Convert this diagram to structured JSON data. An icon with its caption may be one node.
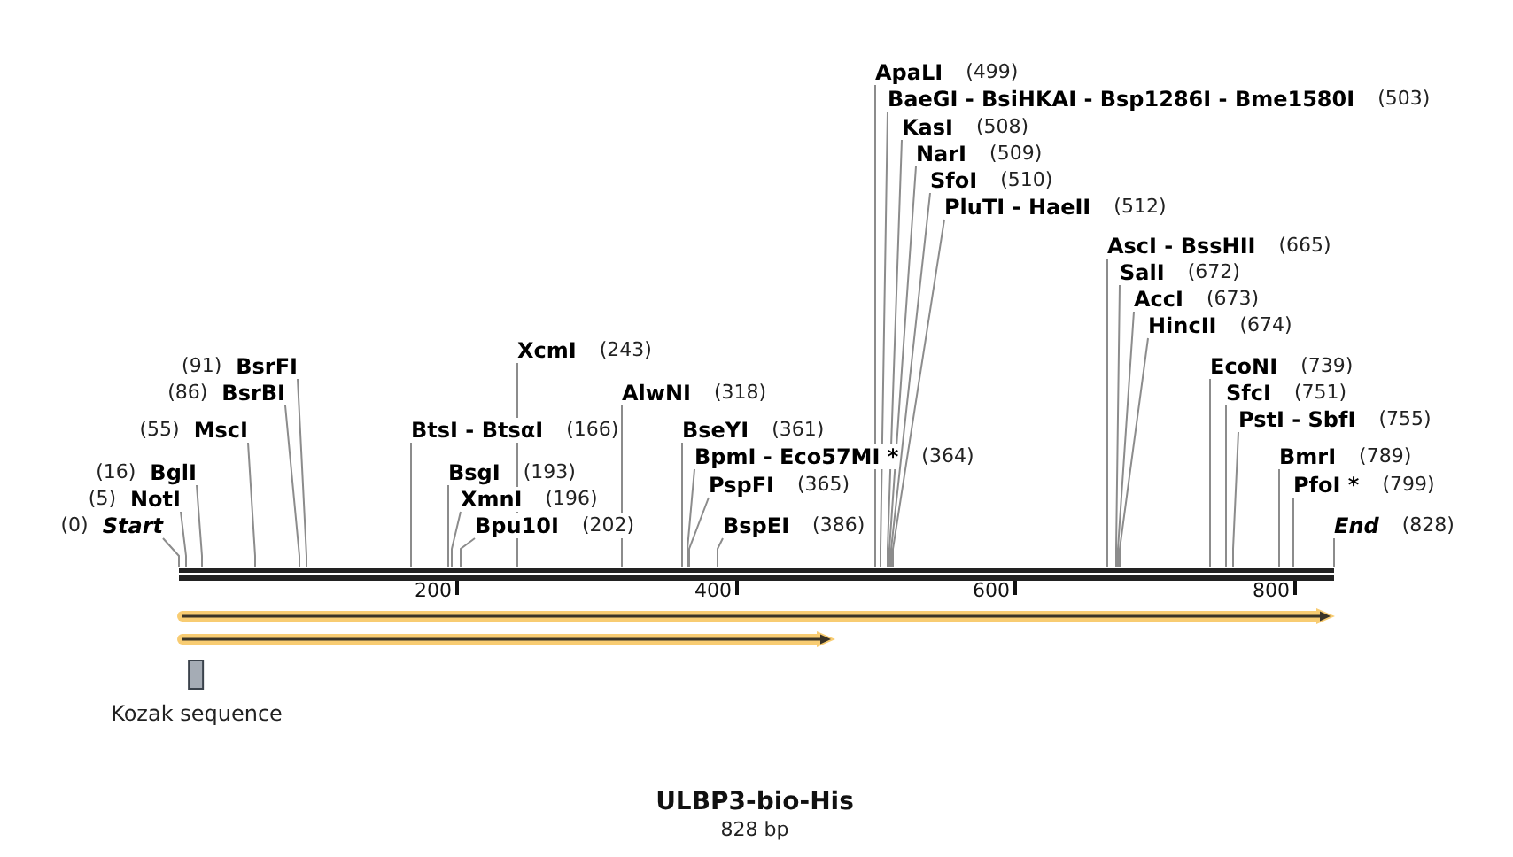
{
  "diagram": {
    "title": "ULBP3-bio-His",
    "caption": "828 bp",
    "nodes": [
      {
        "text": [
          "(0)",
          "Start"
        ]
      },
      {
        "text": [
          "(5)",
          "NotI"
        ]
      },
      {
        "text": [
          "(16)",
          "BglI"
        ]
      },
      {
        "text": [
          "(55)",
          "MscI"
        ]
      },
      {
        "text": [
          "(86)",
          "BsrBI"
        ]
      },
      {
        "text": [
          "(91)",
          "BsrFI"
        ]
      },
      {
        "text": [
          "BtsI - BtsαI",
          "(166)"
        ]
      },
      {
        "text": [
          "BsgI",
          "(193)"
        ]
      },
      {
        "text": [
          "XmnI",
          "(196)"
        ]
      },
      {
        "text": [
          "Bpu10I",
          "(202)"
        ]
      },
      {
        "text": [
          "XcmI",
          "(243)"
        ]
      },
      {
        "text": [
          "AlwNI",
          "(318)"
        ]
      },
      {
        "text": [
          "BseYI",
          "(361)"
        ]
      },
      {
        "text": [
          "BpmI - Eco57MI *",
          "(364)"
        ]
      },
      {
        "text": [
          "PspFI",
          "(365)"
        ]
      },
      {
        "text": [
          "BspEI",
          "(386)"
        ]
      },
      {
        "text": [
          "ApaLI",
          "(499)"
        ]
      },
      {
        "text": [
          "BaeGI - BsiHKAI - Bsp1286I - Bme1580I",
          "(503)"
        ]
      },
      {
        "text": [
          "KasI",
          "(508)"
        ]
      },
      {
        "text": [
          "NarI",
          "(509)"
        ]
      },
      {
        "text": [
          "SfoI",
          "(510)"
        ]
      },
      {
        "text": [
          "PluTI - HaeII",
          "(512)"
        ]
      },
      {
        "text": [
          "AscI - BssHII",
          "(665)"
        ]
      },
      {
        "text": [
          "SalI",
          "(672)"
        ]
      },
      {
        "text": [
          "AccI",
          "(673)"
        ]
      },
      {
        "text": [
          "HincII",
          "(674)"
        ]
      },
      {
        "text": [
          "EcoNI",
          "(739)"
        ]
      },
      {
        "text": [
          "SfcI",
          "(751)"
        ]
      },
      {
        "text": [
          "PstI - SbfI",
          "(755)"
        ]
      },
      {
        "text": [
          "BmrI",
          "(789)"
        ]
      },
      {
        "text": [
          "PfoI *",
          "(799)"
        ]
      },
      {
        "text": [
          "End",
          "(828)"
        ]
      },
      {
        "text": [],
        "shape": "bar"
      },
      {
        "text": [],
        "shape": "arrow"
      },
      {
        "text": [],
        "shape": "arrow"
      },
      {
        "text": [
          "Kozak sequence"
        ]
      }
    ],
    "edges": [
      {
        "from": 0,
        "to": 32,
        "arrow": "none"
      },
      {
        "from": 1,
        "to": 32,
        "arrow": "none"
      },
      {
        "from": 2,
        "to": 32,
        "arrow": "none"
      },
      {
        "from": 3,
        "to": 32,
        "arrow": "none"
      },
      {
        "from": 4,
        "to": 32,
        "arrow": "none"
      },
      {
        "from": 5,
        "to": 32,
        "arrow": "none"
      },
      {
        "from": 6,
        "to": 32,
        "arrow": "none"
      },
      {
        "from": 7,
        "to": 32,
        "arrow": "none"
      },
      {
        "from": 8,
        "to": 32,
        "arrow": "none"
      },
      {
        "from": 9,
        "to": 32,
        "arrow": "none"
      },
      {
        "from": 10,
        "to": 32,
        "arrow": "none"
      },
      {
        "from": 11,
        "to": 32,
        "arrow": "none"
      },
      {
        "from": 12,
        "to": 32,
        "arrow": "none"
      },
      {
        "from": 13,
        "to": 32,
        "arrow": "none"
      },
      {
        "from": 14,
        "to": 32,
        "arrow": "none"
      },
      {
        "from": 15,
        "to": 32,
        "arrow": "none"
      },
      {
        "from": 16,
        "to": 32,
        "arrow": "none"
      },
      {
        "from": 17,
        "to": 32,
        "arrow": "none"
      },
      {
        "from": 18,
        "to": 32,
        "arrow": "none"
      },
      {
        "from": 19,
        "to": 32,
        "arrow": "none"
      },
      {
        "from": 20,
        "to": 32,
        "arrow": "none"
      },
      {
        "from": 21,
        "to": 32,
        "arrow": "none"
      },
      {
        "from": 22,
        "to": 32,
        "arrow": "none"
      },
      {
        "from": 23,
        "to": 32,
        "arrow": "none"
      },
      {
        "from": 24,
        "to": 32,
        "arrow": "none"
      },
      {
        "from": 25,
        "to": 32,
        "arrow": "none"
      },
      {
        "from": 26,
        "to": 32,
        "arrow": "none"
      },
      {
        "from": 27,
        "to": 32,
        "arrow": "none"
      },
      {
        "from": 28,
        "to": 32,
        "arrow": "none"
      },
      {
        "from": 29,
        "to": 32,
        "arrow": "none"
      },
      {
        "from": 30,
        "to": 32,
        "arrow": "none"
      },
      {
        "from": 31,
        "to": 32,
        "arrow": "none"
      }
    ],
    "labels": [
      "200",
      "400",
      "600",
      "800"
    ]
  }
}
